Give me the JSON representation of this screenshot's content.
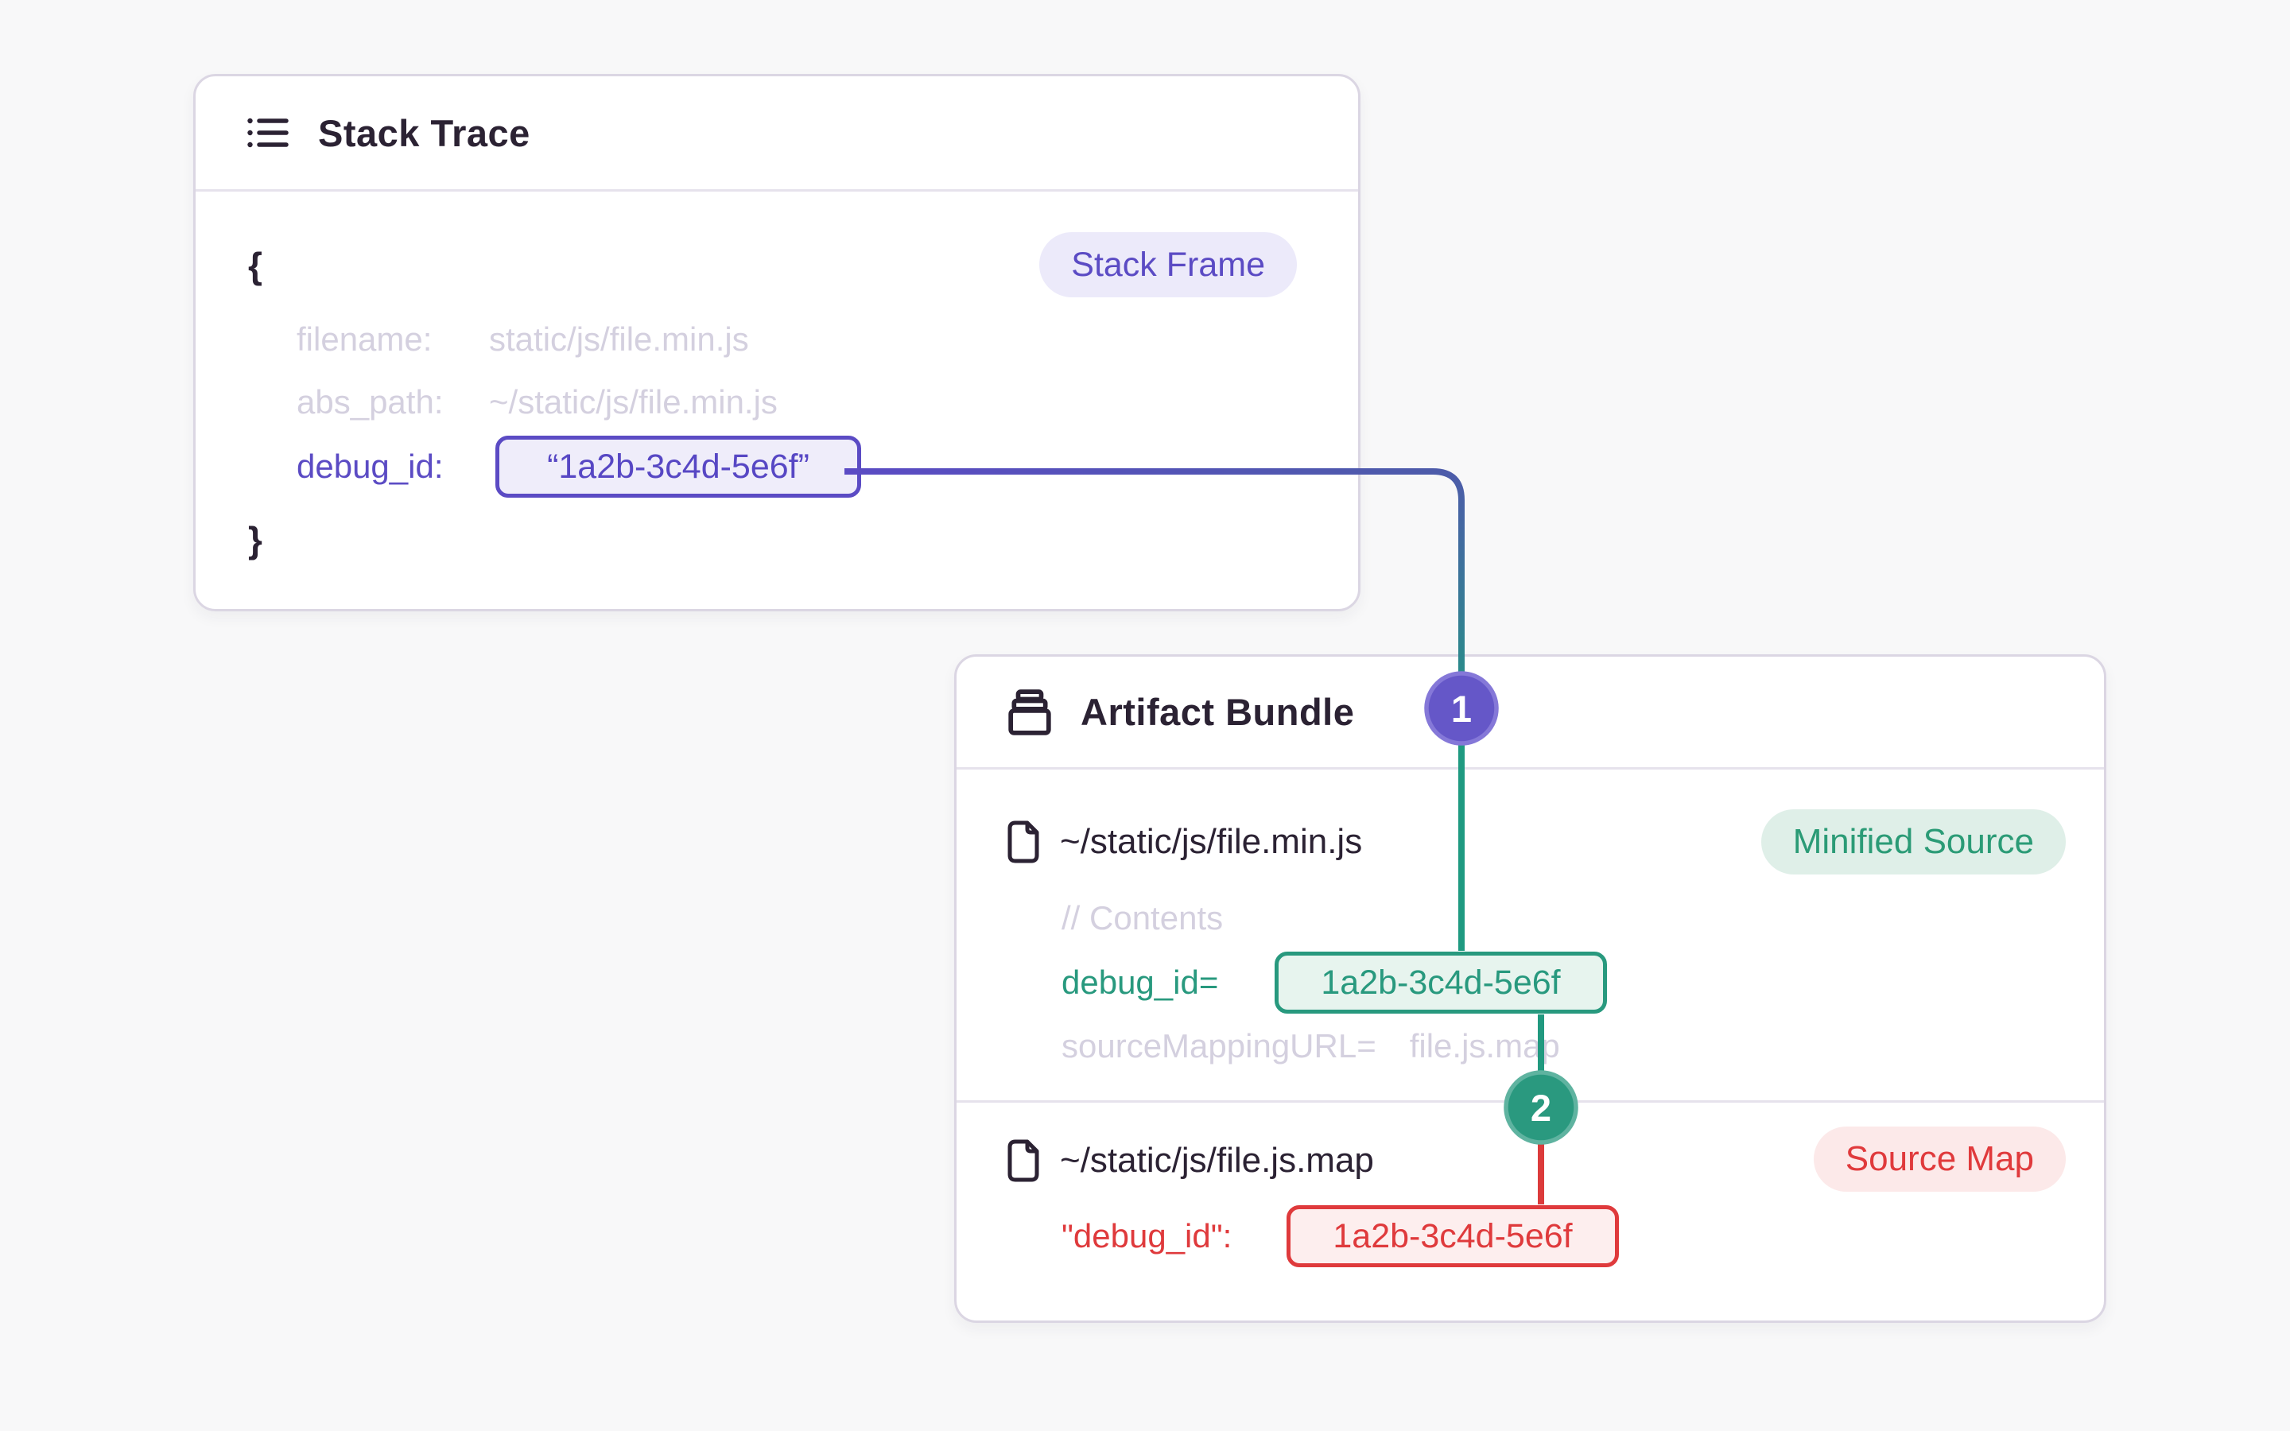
{
  "stack_trace": {
    "title": "Stack Trace",
    "frame_badge": "Stack Frame",
    "brace_open": "{",
    "brace_close": "}",
    "fields": [
      {
        "label": "filename:",
        "value": "static/js/file.min.js"
      },
      {
        "label": "abs_path:",
        "value": "~/static/js/file.min.js"
      }
    ],
    "debug": {
      "label": "debug_id:",
      "value": "“1a2b-3c4d-5e6f”"
    }
  },
  "artifact_bundle": {
    "title": "Artifact Bundle",
    "files": [
      {
        "name": "~/static/js/file.min.js",
        "badge": "Minified Source",
        "comment": "// Contents",
        "debug_label": "debug_id=",
        "debug_value": "1a2b-3c4d-5e6f",
        "mapping_label": "sourceMappingURL=",
        "mapping_value": "file.js.map"
      },
      {
        "name": "~/static/js/file.js.map",
        "badge": "Source Map",
        "debug_label": "\"debug_id\":",
        "debug_value": "1a2b-3c4d-5e6f"
      }
    ]
  },
  "steps": {
    "one": "1",
    "two": "2"
  },
  "icons": {
    "stack_trace": "list-icon",
    "artifact_bundle": "archive-icon",
    "file_rows": "file-icon"
  },
  "colors": {
    "background": "#F8F8F9",
    "card_border": "#DBD6E3",
    "text_dark": "#2B2233",
    "text_muted": "#D4D0DF",
    "purple": "#5B4BC4",
    "purple_badge_bg": "#ECEAFA",
    "purple_box_bg": "#EFEDFA",
    "green": "#28997E",
    "green_badge_bg": "#DFEFE8",
    "green_box_bg": "#E7F4EE",
    "red": "#DF3A3C",
    "red_badge_bg": "#FCE9E9",
    "red_box_bg": "#FDEEEE",
    "line_indigo": "#4D5BAA",
    "line_teal": "#1F9A81",
    "line_red": "#DC3B3B",
    "step1_circle": "#6557C8",
    "step2_circle": "#2A997F"
  }
}
